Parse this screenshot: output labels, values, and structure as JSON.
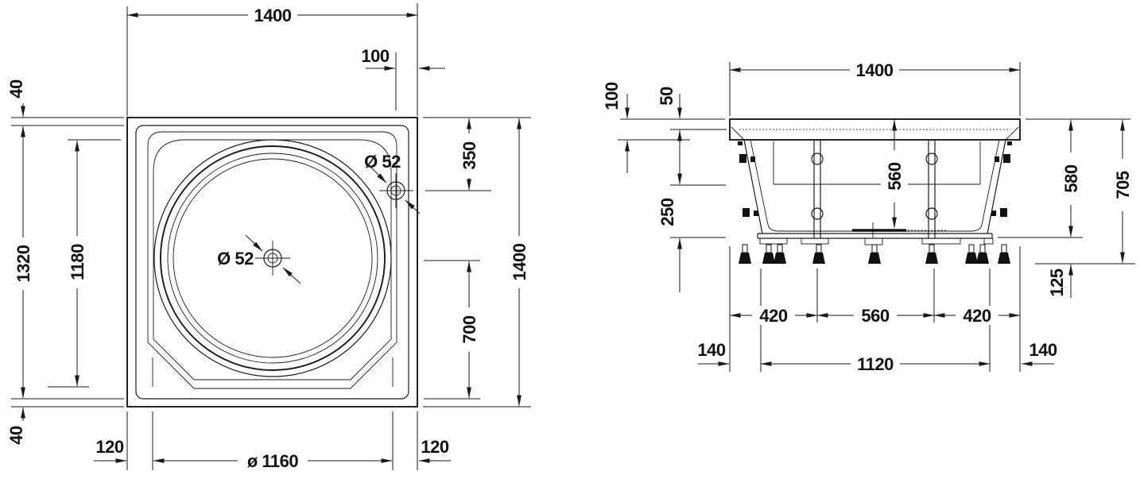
{
  "drawing": {
    "plan": {
      "width_top": "1400",
      "drain_offset": "100",
      "rim_top": "40",
      "rim_bottom": "40",
      "inner_length": "1320",
      "tray_length": "1180",
      "drain_from_top": "350",
      "drain_from_bottom": "700",
      "length_right": "1400",
      "margin_left": "120",
      "basin_diameter": "ø 1160",
      "margin_right": "120",
      "center_drain_diameter": "Ø 52",
      "corner_drain_diameter": "Ø 52"
    },
    "elevation": {
      "width_top": "1400",
      "skirt_height": "100",
      "rim_height": "50",
      "base_zone": "250",
      "inner_depth": "560",
      "body_height": "580",
      "total_height": "705",
      "feet_height": "125",
      "span_left": "420",
      "span_center": "560",
      "span_right": "420",
      "offset_left": "140",
      "offset_right": "140",
      "feet_span": "1120"
    }
  }
}
